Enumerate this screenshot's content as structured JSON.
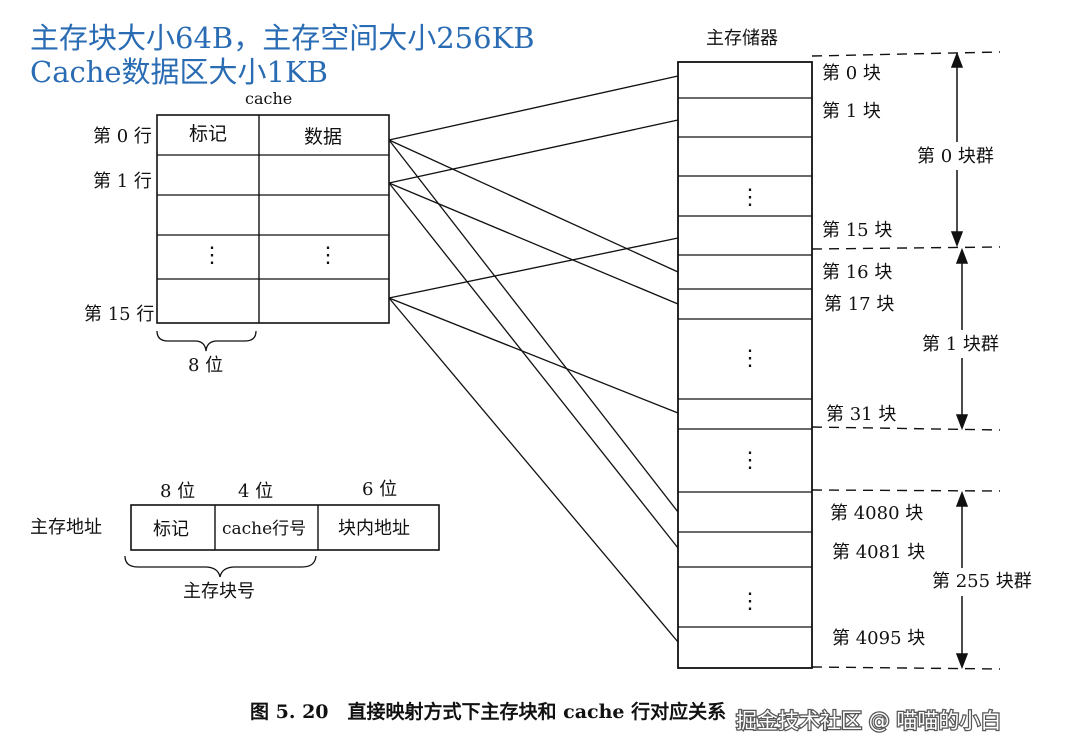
{
  "header": {
    "line1": "主存块大小64B，主存空间大小256KB",
    "line2": "Cache数据区大小1KB"
  },
  "cache": {
    "title": "cache",
    "col_tag": "标记",
    "col_data": "数据",
    "row_labels": [
      "第 0 行",
      "第 1 行",
      "第 15 行"
    ],
    "ellipsis": "⋮",
    "width_label": "8 位"
  },
  "main_memory": {
    "title": "主存储器",
    "block_labels": [
      "第 0 块",
      "第 1 块",
      "第 15 块",
      "第 16 块",
      "第 17 块",
      "第 31 块",
      "第 4080 块",
      "第 4081 块",
      "第 4095 块"
    ],
    "group_labels": [
      "第 0 块群",
      "第 1 块群",
      "第 255 块群"
    ],
    "ellipsis": "⋮"
  },
  "address": {
    "label": "主存地址",
    "fields": [
      "标记",
      "cache行号",
      "块内地址"
    ],
    "bits": [
      "8 位",
      "4 位",
      "6 位"
    ],
    "block_number_label": "主存块号"
  },
  "caption": "图 5. 20　直接映射方式下主存块和 cache 行对应关系",
  "watermark_credit": "掘金技术社区 @ 喵喵的小白",
  "colors": {
    "header_blue": "#2a6cb3",
    "line": "#111111"
  }
}
